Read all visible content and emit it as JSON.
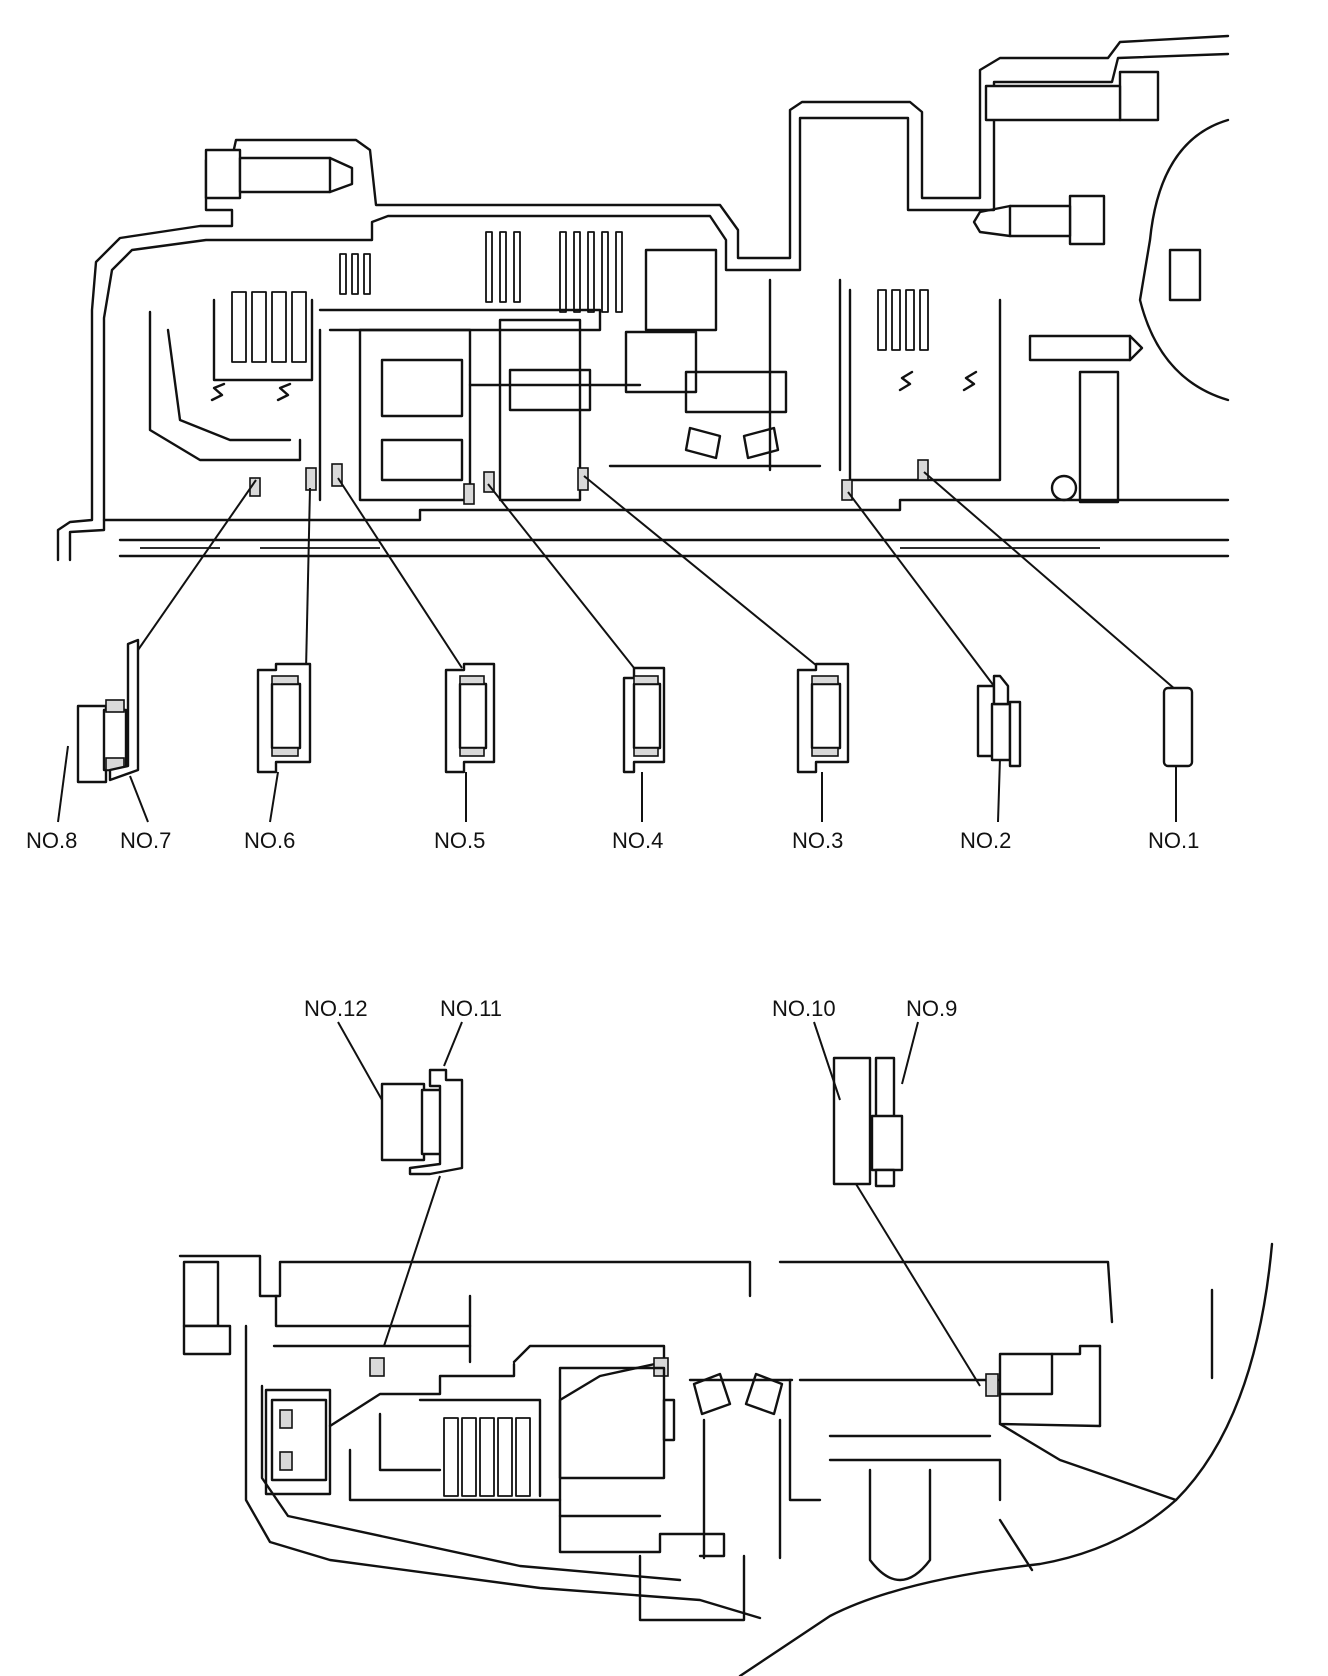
{
  "labels": {
    "no1": "NO.1",
    "no2": "NO.2",
    "no3": "NO.3",
    "no4": "NO.4",
    "no5": "NO.5",
    "no6": "NO.6",
    "no7": "NO.7",
    "no8": "NO.8",
    "no9": "NO.9",
    "no10": "NO.10",
    "no11": "NO.11",
    "no12": "NO.12"
  }
}
